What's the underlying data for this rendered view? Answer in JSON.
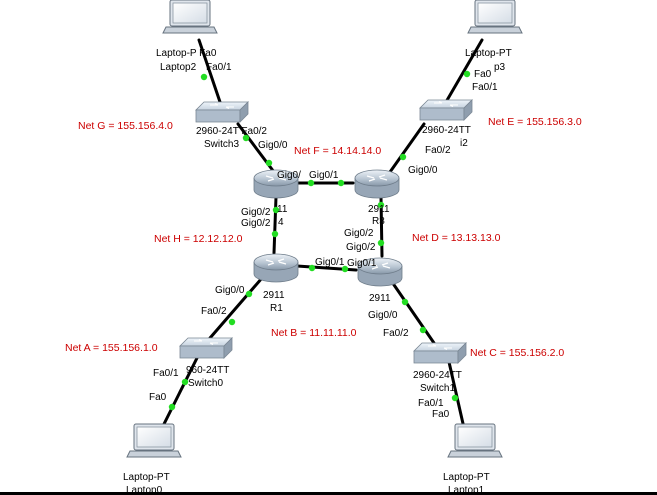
{
  "colors": {
    "net_label": "#cc0000",
    "link_light": "#22dd22"
  },
  "devices": {
    "laptop2": {
      "type": "Laptop-PT",
      "icon": "laptop-icon",
      "labels": [
        "Laptop-P Fa0",
        "Laptop2"
      ]
    },
    "laptop3": {
      "type": "Laptop-PT",
      "icon": "laptop-icon",
      "labels": [
        "Laptop-PT",
        "p3"
      ]
    },
    "laptop0": {
      "type": "Laptop-PT",
      "icon": "laptop-icon",
      "labels": [
        "Laptop-PT",
        "Laptop0"
      ]
    },
    "laptop1": {
      "type": "Laptop-PT",
      "icon": "laptop-icon",
      "labels": [
        "Laptop-PT",
        "Laptop1"
      ]
    },
    "switch3": {
      "type": "2960-24TT",
      "icon": "switch-icon",
      "labels": [
        "2960-24T Fa0/2",
        "Switch3"
      ]
    },
    "switch2": {
      "type": "2960-24TT",
      "icon": "switch-icon",
      "labels": [
        "2960-24TT",
        "i2"
      ]
    },
    "switch0": {
      "type": "2960-24TT",
      "icon": "switch-icon",
      "labels": [
        "960-24TT",
        "Switch0"
      ]
    },
    "switch1": {
      "type": "2960-24TT",
      "icon": "switch-icon",
      "labels": [
        "2960-24TT",
        "Switch1"
      ]
    },
    "r4": {
      "type": "2911",
      "icon": "router-icon",
      "labels": [
        "11",
        "4"
      ]
    },
    "r3": {
      "type": "2911",
      "icon": "router-icon",
      "labels": [
        "2911",
        "R3"
      ]
    },
    "r1": {
      "type": "2911",
      "icon": "router-icon",
      "labels": [
        "2911",
        "R1"
      ]
    },
    "r2": {
      "type": "2911",
      "icon": "router-icon",
      "labels": [
        "2911"
      ]
    }
  },
  "ports": [
    "Fa0/1",
    "Gig0/0",
    "Fa0",
    "Fa0/1",
    "Fa0/2",
    "Gig0/0",
    "Gig0/",
    "Gig0/1",
    "Gig0/2",
    "Gig0/2",
    "Gig0/2",
    "Gig0/2",
    "Gig0/1",
    "Gig0/1",
    "Gig0/0",
    "Fa0/2",
    "Fa0/1",
    "Fa0",
    "Gig0/0",
    "Fa0/2",
    "Fa0/1",
    "Fa0"
  ],
  "networks": {
    "net_g": "Net G = 155.156.4.0",
    "net_e": "Net E = 155.156.3.0",
    "net_f": "Net F = 14.14.14.0",
    "net_h": "Net  H = 12.12.12.0",
    "net_d": "Net D = 13.13.13.0",
    "net_a": "Net A = 155.156.1.0",
    "net_b": "Net B = 11.11.11.0",
    "net_c": "Net C = 155.156.2.0"
  }
}
